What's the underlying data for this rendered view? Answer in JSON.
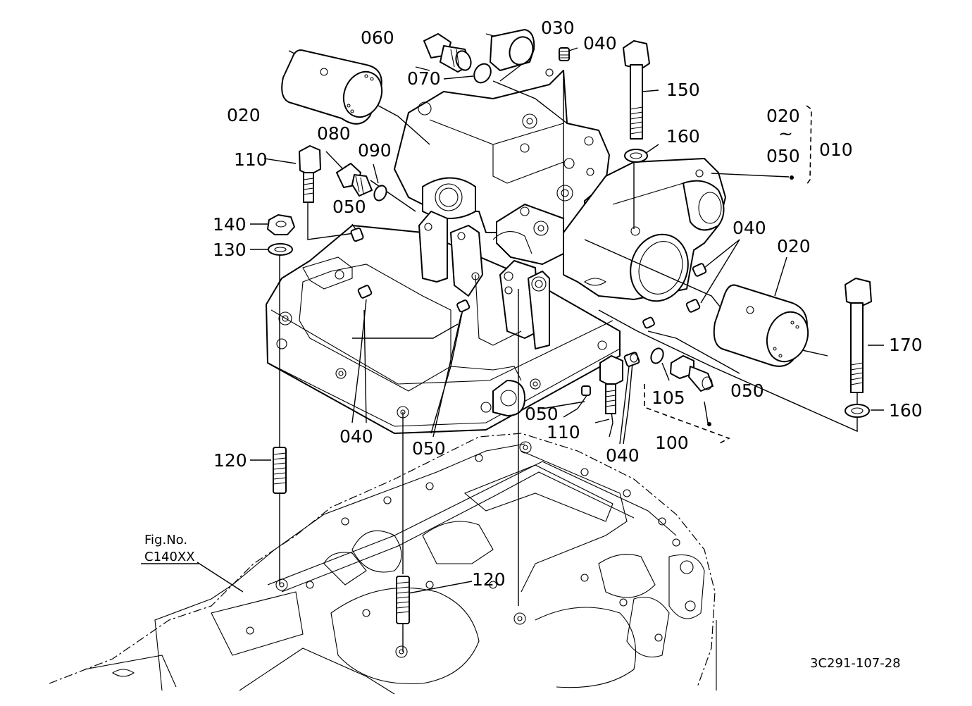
{
  "diagram": {
    "drawing_code": "3C291-107-28",
    "fig_ref": {
      "line1": "Fig.No.",
      "line2": "C140XX"
    },
    "callouts": {
      "c060": "060",
      "c030": "030",
      "c040_top": "040",
      "c070": "070",
      "c020_top": "020",
      "c150": "150",
      "c160_top": "160",
      "c010_range_from": "020",
      "c010_range_tilde": "~",
      "c010_range_to": "050",
      "c010": "010",
      "c080": "080",
      "c090": "090",
      "c110_top": "110",
      "c050_a": "050",
      "c140": "140",
      "c130": "130",
      "c040_right": "040",
      "c020_right": "020",
      "c170": "170",
      "c050_right": "050",
      "c105": "105",
      "c160_bottom": "160",
      "c050_mid": "050",
      "c110_mid": "110",
      "c040_left": "040",
      "c050_bottom": "050",
      "c040_bottom": "040",
      "c100": "100",
      "c120_left": "120",
      "c120_mid": "120"
    }
  }
}
